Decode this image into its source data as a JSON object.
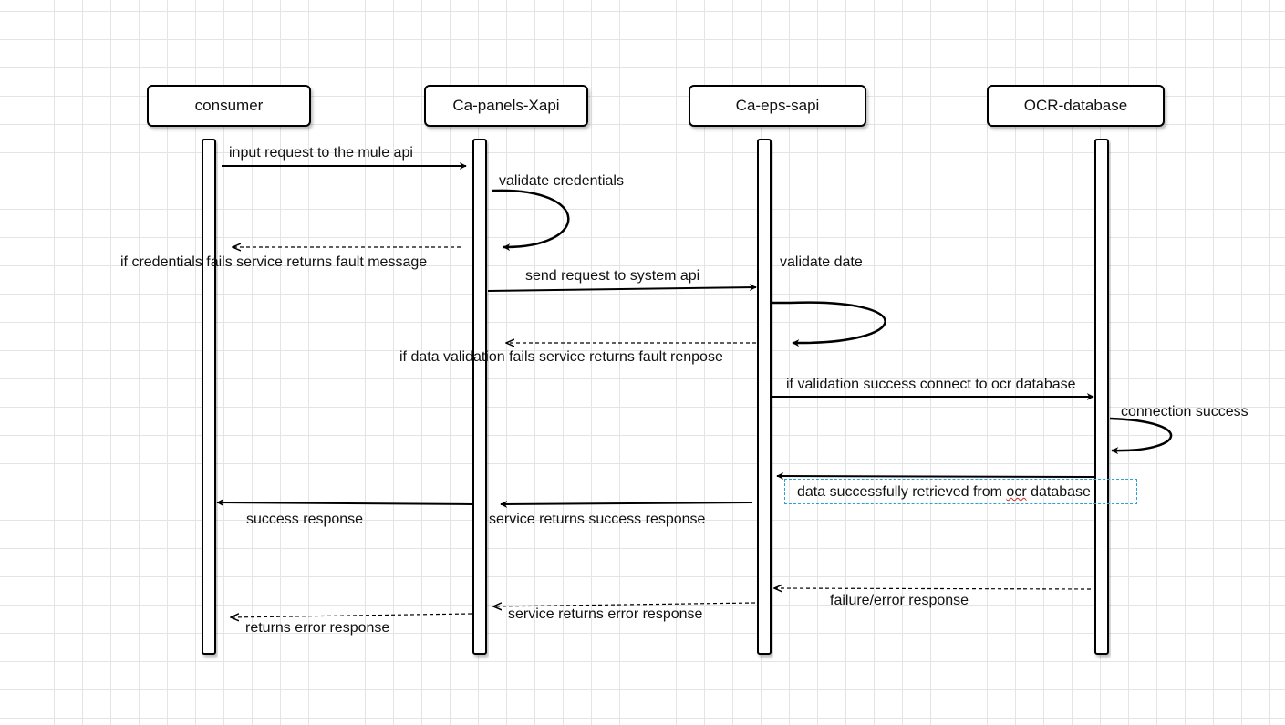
{
  "participants": [
    {
      "id": "consumer",
      "label": "consumer"
    },
    {
      "id": "xapi",
      "label": "Ca-panels-Xapi"
    },
    {
      "id": "sapi",
      "label": "Ca-eps-sapi"
    },
    {
      "id": "db",
      "label": "OCR-database"
    }
  ],
  "messages": {
    "m1": "input request to the mule api",
    "m2": "validate credentials",
    "m3": "if credentials fails service returns fault message",
    "m4": "send request to system api",
    "m5": "validate date",
    "m6": "if  data validation fails service returns fault renpose",
    "m7": "if validation success connect to ocr database",
    "m8": "connection success",
    "m9_pre": "data successfully retrieved from ",
    "m9_word": "ocr",
    "m9_post": " database",
    "m10": "success response",
    "m11": "service returns success response",
    "m12": "failure/error response",
    "m13": "service returns error response",
    "m14": "returns error response"
  },
  "colors": {
    "grid": "#e4e4e4",
    "stroke": "#000000",
    "selection": "#2a9fd8",
    "spellcheck": "#d22222"
  }
}
